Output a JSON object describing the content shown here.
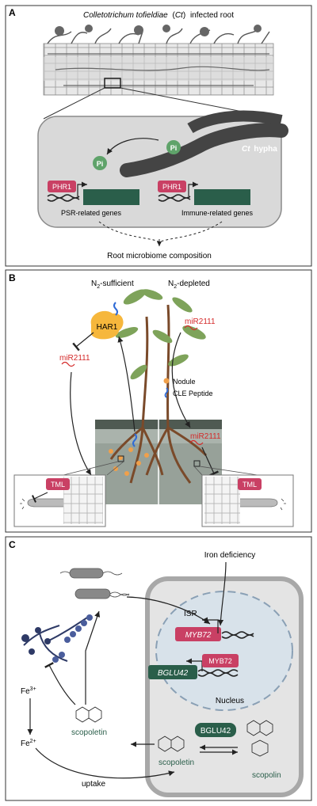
{
  "panel_a": {
    "letter": "A",
    "title_species": "Colletotrichum tofieldiae",
    "title_abbr": "Ct",
    "title_suffix": "infected root",
    "pi_1": "Pi",
    "pi_2": "Pi",
    "hypha_abbr": "Ct",
    "hypha_word": "hypha",
    "phr1_left": "PHR1",
    "phr1_right": "PHR1",
    "psr_genes": "PSR-related genes",
    "immune_genes": "Immune-related genes",
    "microbiome": "Root microbiome composition"
  },
  "panel_b": {
    "letter": "B",
    "n2_sufficient_prefix": "N",
    "n2_sufficient_sub": "2",
    "n2_sufficient_suffix": "-sufficient",
    "n2_depleted_prefix": "N",
    "n2_depleted_sub": "2",
    "n2_depleted_suffix": "-depleted",
    "har1": "HAR1",
    "mir_top_right": "miR2111",
    "mir_left": "miR2111",
    "mir_bottom": "miR2111",
    "legend_nodule": "Nodule",
    "legend_cle": "CLE Peptide",
    "tml_left": "TML",
    "tml_right": "TML"
  },
  "panel_c": {
    "letter": "C",
    "iron_deficiency": "Iron deficiency",
    "isr": "ISR",
    "myb72_gene": "MYB72",
    "myb72_protein": "MYB72",
    "bglu42_gene": "BGLU42",
    "nucleus": "Nucleus",
    "bglu42_protein": "BGLU42",
    "fe3_base": "Fe",
    "fe3_sup": "3+",
    "fe2_base": "Fe",
    "fe2_sup": "2+",
    "scopoletin_left": "scopoletin",
    "scopoletin_right": "scopoletin",
    "scopolin": "scopolin",
    "uptake": "uptake"
  },
  "colors": {
    "accent_pink": "#c94064",
    "accent_green": "#2a5e4a",
    "mir_red": "#d42a2a",
    "nodule_orange": "#f0a04b",
    "har1_yellow": "#f6b73c",
    "cle_blue": "#2f6bd6"
  }
}
